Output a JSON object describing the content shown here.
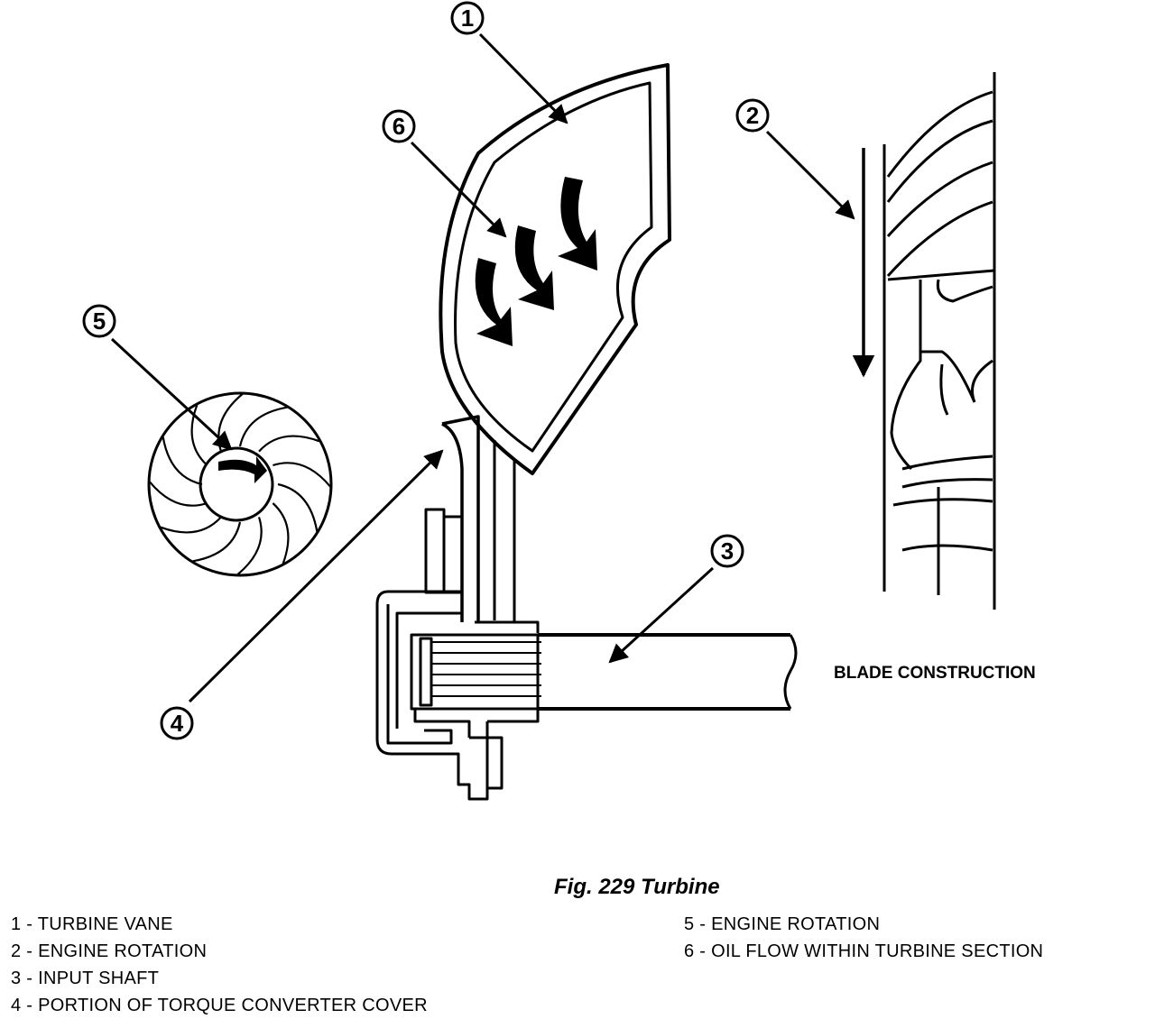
{
  "figure": {
    "caption": "Fig. 229 Turbine",
    "blade_label": "BLADE CONSTRUCTION",
    "callouts": {
      "c1": "1",
      "c2": "2",
      "c3": "3",
      "c4": "4",
      "c5": "5",
      "c6": "6"
    }
  },
  "legend": {
    "left": [
      "1 - TURBINE VANE",
      "2 - ENGINE ROTATION",
      "3 - INPUT SHAFT",
      "4 - PORTION OF TORQUE CONVERTER COVER"
    ],
    "right": [
      "5 - ENGINE ROTATION",
      "6 - OIL FLOW WITHIN TURBINE SECTION"
    ]
  }
}
